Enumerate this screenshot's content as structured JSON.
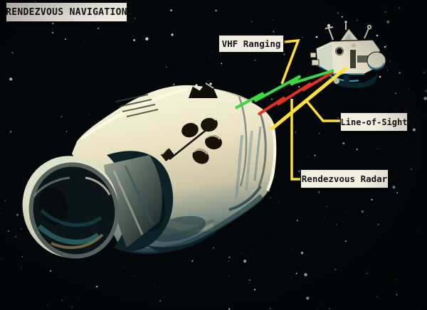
{
  "title": "RENDEZVOUS NAVIGATION",
  "labels": {
    "vhf": "VHF Ranging",
    "los": "Line-of-Sight",
    "radar": "Rendezvous Radar"
  },
  "colors": {
    "background": "#04070a",
    "label_bg": "#f1eee2",
    "label_text": "#141414",
    "vhf_line": "#38d943",
    "radar_line": "#e3301f",
    "los_line": "#ffdf3a",
    "leader": "#ffdf3a"
  }
}
